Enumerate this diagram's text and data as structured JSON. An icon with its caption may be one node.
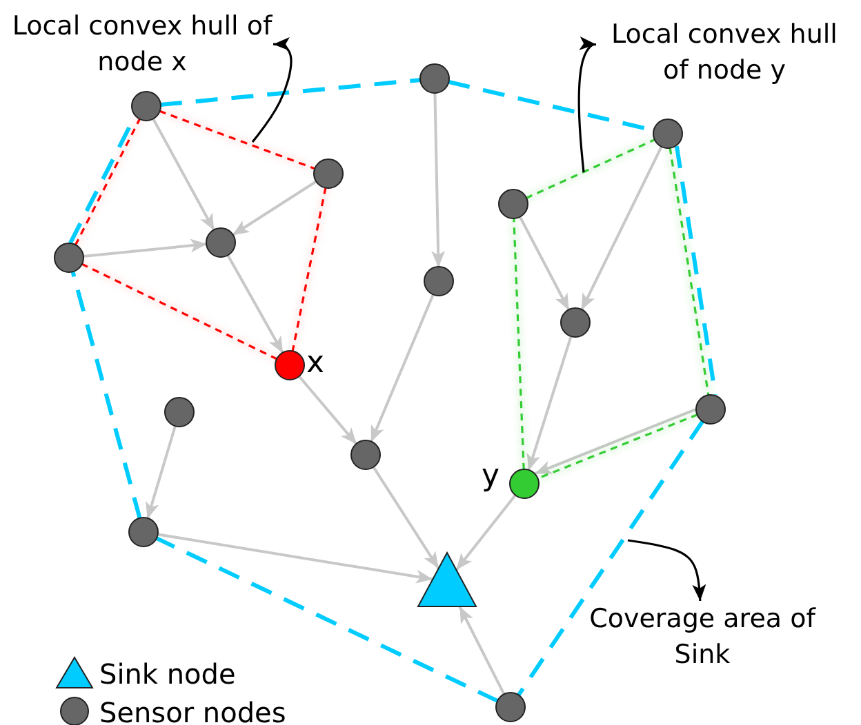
{
  "diagram": {
    "nodes": [
      {
        "text": [],
        "shape": "circle"
      },
      {
        "text": [],
        "shape": "circle"
      },
      {
        "text": [],
        "shape": "circle"
      },
      {
        "text": [],
        "shape": "circle"
      },
      {
        "text": [],
        "shape": "circle",
        "beside": [
          "x"
        ]
      },
      {
        "text": [],
        "shape": "circle"
      },
      {
        "text": [],
        "shape": "circle"
      },
      {
        "text": [],
        "shape": "circle"
      },
      {
        "text": [],
        "shape": "circle"
      },
      {
        "text": [],
        "shape": "circle"
      },
      {
        "text": [],
        "shape": "triangle"
      },
      {
        "text": [],
        "shape": "circle"
      },
      {
        "text": [],
        "shape": "circle"
      },
      {
        "text": [],
        "shape": "circle"
      },
      {
        "text": [],
        "shape": "circle"
      },
      {
        "text": [],
        "shape": "circle"
      },
      {
        "text": [],
        "shape": "circle",
        "beside": [
          "y"
        ]
      },
      {
        "text": [
          "Local convex hull of node x"
        ]
      },
      {
        "text": [
          "Local convex hull of node y"
        ]
      },
      {
        "text": [
          "Coverage area of Sink"
        ]
      }
    ],
    "edges": [
      {
        "from": 0,
        "to": 3,
        "arrow": "to"
      },
      {
        "from": 1,
        "to": 3,
        "arrow": "to"
      },
      {
        "from": 2,
        "to": 3,
        "arrow": "to"
      },
      {
        "from": 3,
        "to": 4,
        "arrow": "to"
      },
      {
        "from": 4,
        "to": 7,
        "arrow": "to"
      },
      {
        "from": 5,
        "to": 6,
        "arrow": "to"
      },
      {
        "from": 6,
        "to": 7,
        "arrow": "to"
      },
      {
        "from": 8,
        "to": 9,
        "arrow": "to"
      },
      {
        "from": 9,
        "to": 10,
        "arrow": "to"
      },
      {
        "from": 7,
        "to": 10,
        "arrow": "to"
      },
      {
        "from": 16,
        "to": 10,
        "arrow": "to"
      },
      {
        "from": 11,
        "to": 10,
        "arrow": "to"
      },
      {
        "from": 12,
        "to": 14,
        "arrow": "to"
      },
      {
        "from": 13,
        "to": 14,
        "arrow": "to"
      },
      {
        "from": 14,
        "to": 16,
        "arrow": "to"
      },
      {
        "from": 15,
        "to": 16,
        "arrow": "to"
      },
      {
        "from": 0,
        "to": 1,
        "arrow": "none",
        "style": "dashed",
        "color": "#ff0000"
      },
      {
        "from": 1,
        "to": 4,
        "arrow": "none",
        "style": "dashed",
        "color": "#ff0000"
      },
      {
        "from": 4,
        "to": 2,
        "arrow": "none",
        "style": "dashed",
        "color": "#ff0000"
      },
      {
        "from": 2,
        "to": 0,
        "arrow": "none",
        "style": "dashed",
        "color": "#ff0000"
      },
      {
        "from": 12,
        "to": 13,
        "arrow": "none",
        "style": "dashed",
        "color": "#33cc33"
      },
      {
        "from": 13,
        "to": 15,
        "arrow": "none",
        "style": "dashed",
        "color": "#33cc33"
      },
      {
        "from": 15,
        "to": 16,
        "arrow": "none",
        "style": "dashed",
        "color": "#33cc33"
      },
      {
        "from": 16,
        "to": 12,
        "arrow": "none",
        "style": "dashed",
        "color": "#33cc33"
      },
      {
        "from": 0,
        "to": 5,
        "arrow": "none",
        "style": "dashed",
        "color": "#00ccff"
      },
      {
        "from": 5,
        "to": 13,
        "arrow": "none",
        "style": "dashed",
        "color": "#00ccff"
      },
      {
        "from": 13,
        "to": 15,
        "arrow": "none",
        "style": "dashed",
        "color": "#00ccff"
      },
      {
        "from": 15,
        "to": 11,
        "arrow": "none",
        "style": "dashed",
        "color": "#00ccff"
      },
      {
        "from": 11,
        "to": 9,
        "arrow": "none",
        "style": "dashed",
        "color": "#00ccff"
      },
      {
        "from": 9,
        "to": 2,
        "arrow": "none",
        "style": "dashed",
        "color": "#00ccff"
      },
      {
        "from": 2,
        "to": 0,
        "arrow": "none",
        "style": "dashed",
        "color": "#00ccff"
      },
      {
        "from": null,
        "to": 17,
        "arrow": "to",
        "color": "#000000"
      },
      {
        "from": null,
        "to": 18,
        "arrow": "to",
        "color": "#000000"
      },
      {
        "from": null,
        "to": 19,
        "arrow": "to",
        "color": "#000000"
      }
    ],
    "legend": [
      {
        "text": "Sink node"
      },
      {
        "text": "Sensor nodes"
      }
    ]
  }
}
